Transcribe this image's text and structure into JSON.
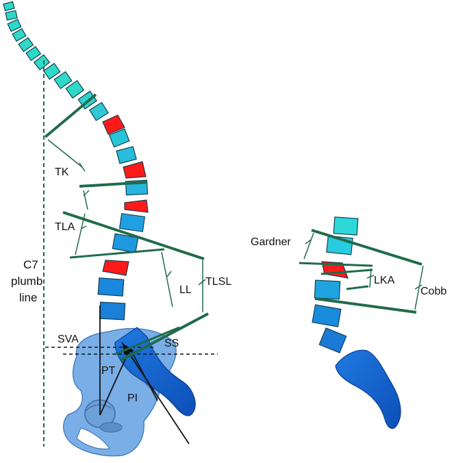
{
  "labels": {
    "tk": "TK",
    "tla": "TLA",
    "ll": "LL",
    "tlsl": "TLSL",
    "c7_line1": "C7",
    "c7_line2": "plumb",
    "c7_line3": "line",
    "sva": "SVA",
    "ss": "SS",
    "pt": "PT",
    "pi": "PI",
    "gardner": "Gardner",
    "lka": "LKA",
    "cobb": "Cobb"
  },
  "colors": {
    "angle_lines": "#1f6b4a",
    "highlight_vertebra": "#ff1a1a",
    "pelvis": "#7aaee6",
    "sacrum": "#1560c8",
    "vertebra_light": "#29d0d6",
    "vertebra_dark": "#1a7ad0"
  }
}
